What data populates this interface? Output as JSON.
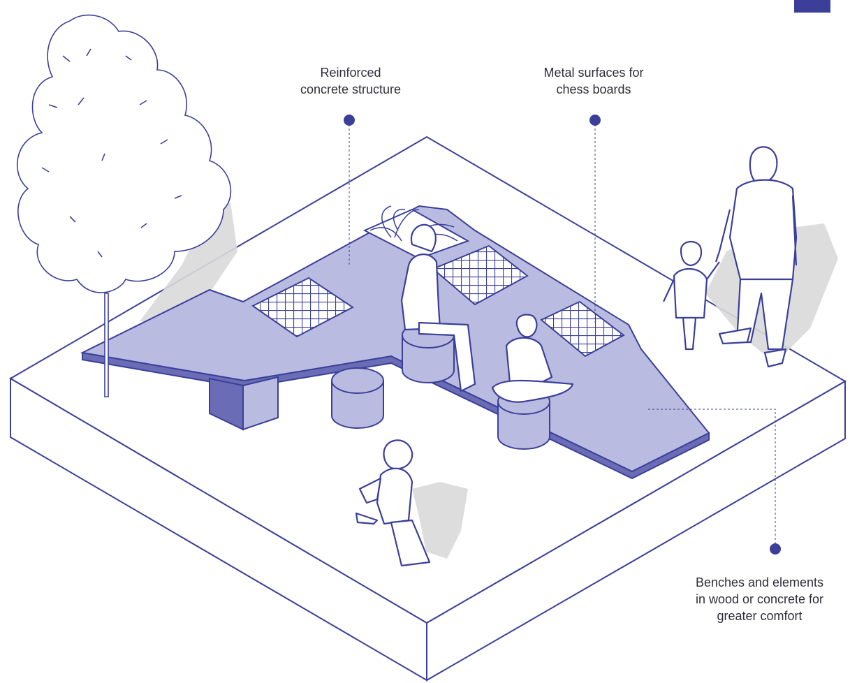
{
  "labels": {
    "concrete_structure": "Reinforced\nconcrete structure",
    "metal_surfaces": "Metal surfaces for\nchess boards",
    "benches": "Benches and elements\nin wood or concrete for\ngreater comfort"
  },
  "colors": {
    "line": "#3b3f99",
    "fill_light": "#b9bbe0",
    "fill_dark": "#6a6db5",
    "shadow": "#d8d8d8",
    "tab": "#3b3f99",
    "text": "#2e2e3a"
  }
}
